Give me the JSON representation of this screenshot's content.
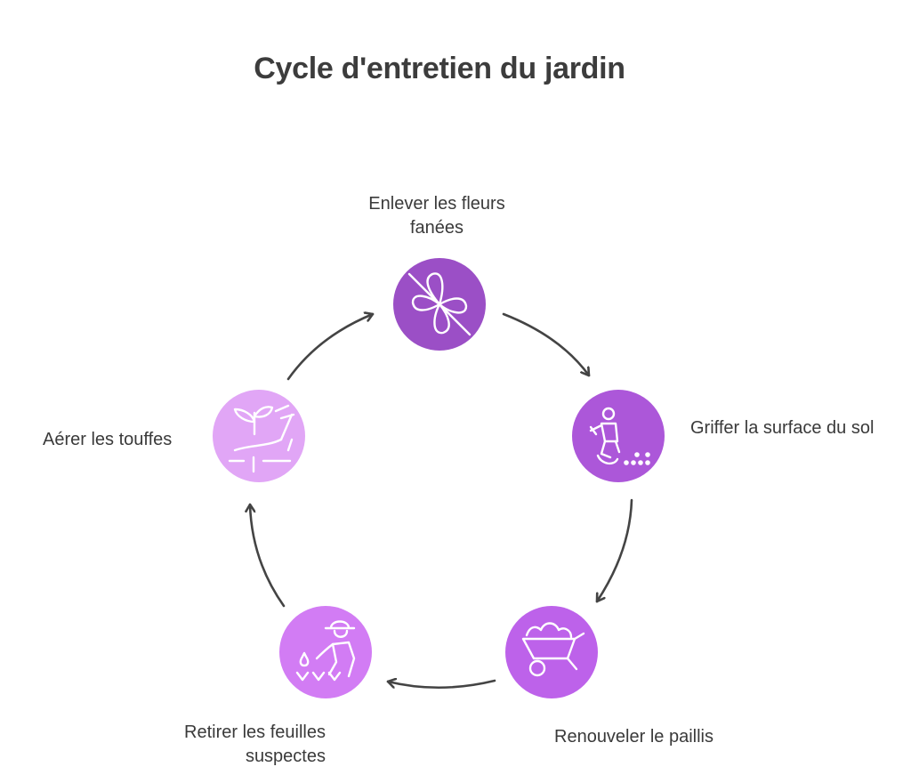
{
  "title": "Cycle d'entretien du jardin",
  "steps": [
    {
      "label": "Enlever les fleurs fanées",
      "icon": "no-flower-icon",
      "color": "#9b4fc6"
    },
    {
      "label": "Griffer la surface du sol",
      "icon": "gardener-raking-icon",
      "color": "#ac57d9"
    },
    {
      "label": "Renouveler le paillis",
      "icon": "wheelbarrow-icon",
      "color": "#bd62ea"
    },
    {
      "label": "Retirer les feuilles suspectes",
      "icon": "gardener-planting-icon",
      "color": "#d27cf4"
    },
    {
      "label": "Aérer les touffes",
      "icon": "sprout-aeration-icon",
      "color": "#e1a6f6"
    }
  ],
  "colors": {
    "title": "#3c3c3c",
    "text": "#3a3a3a",
    "arrow": "#444444",
    "icon_stroke": "#ffffff"
  }
}
